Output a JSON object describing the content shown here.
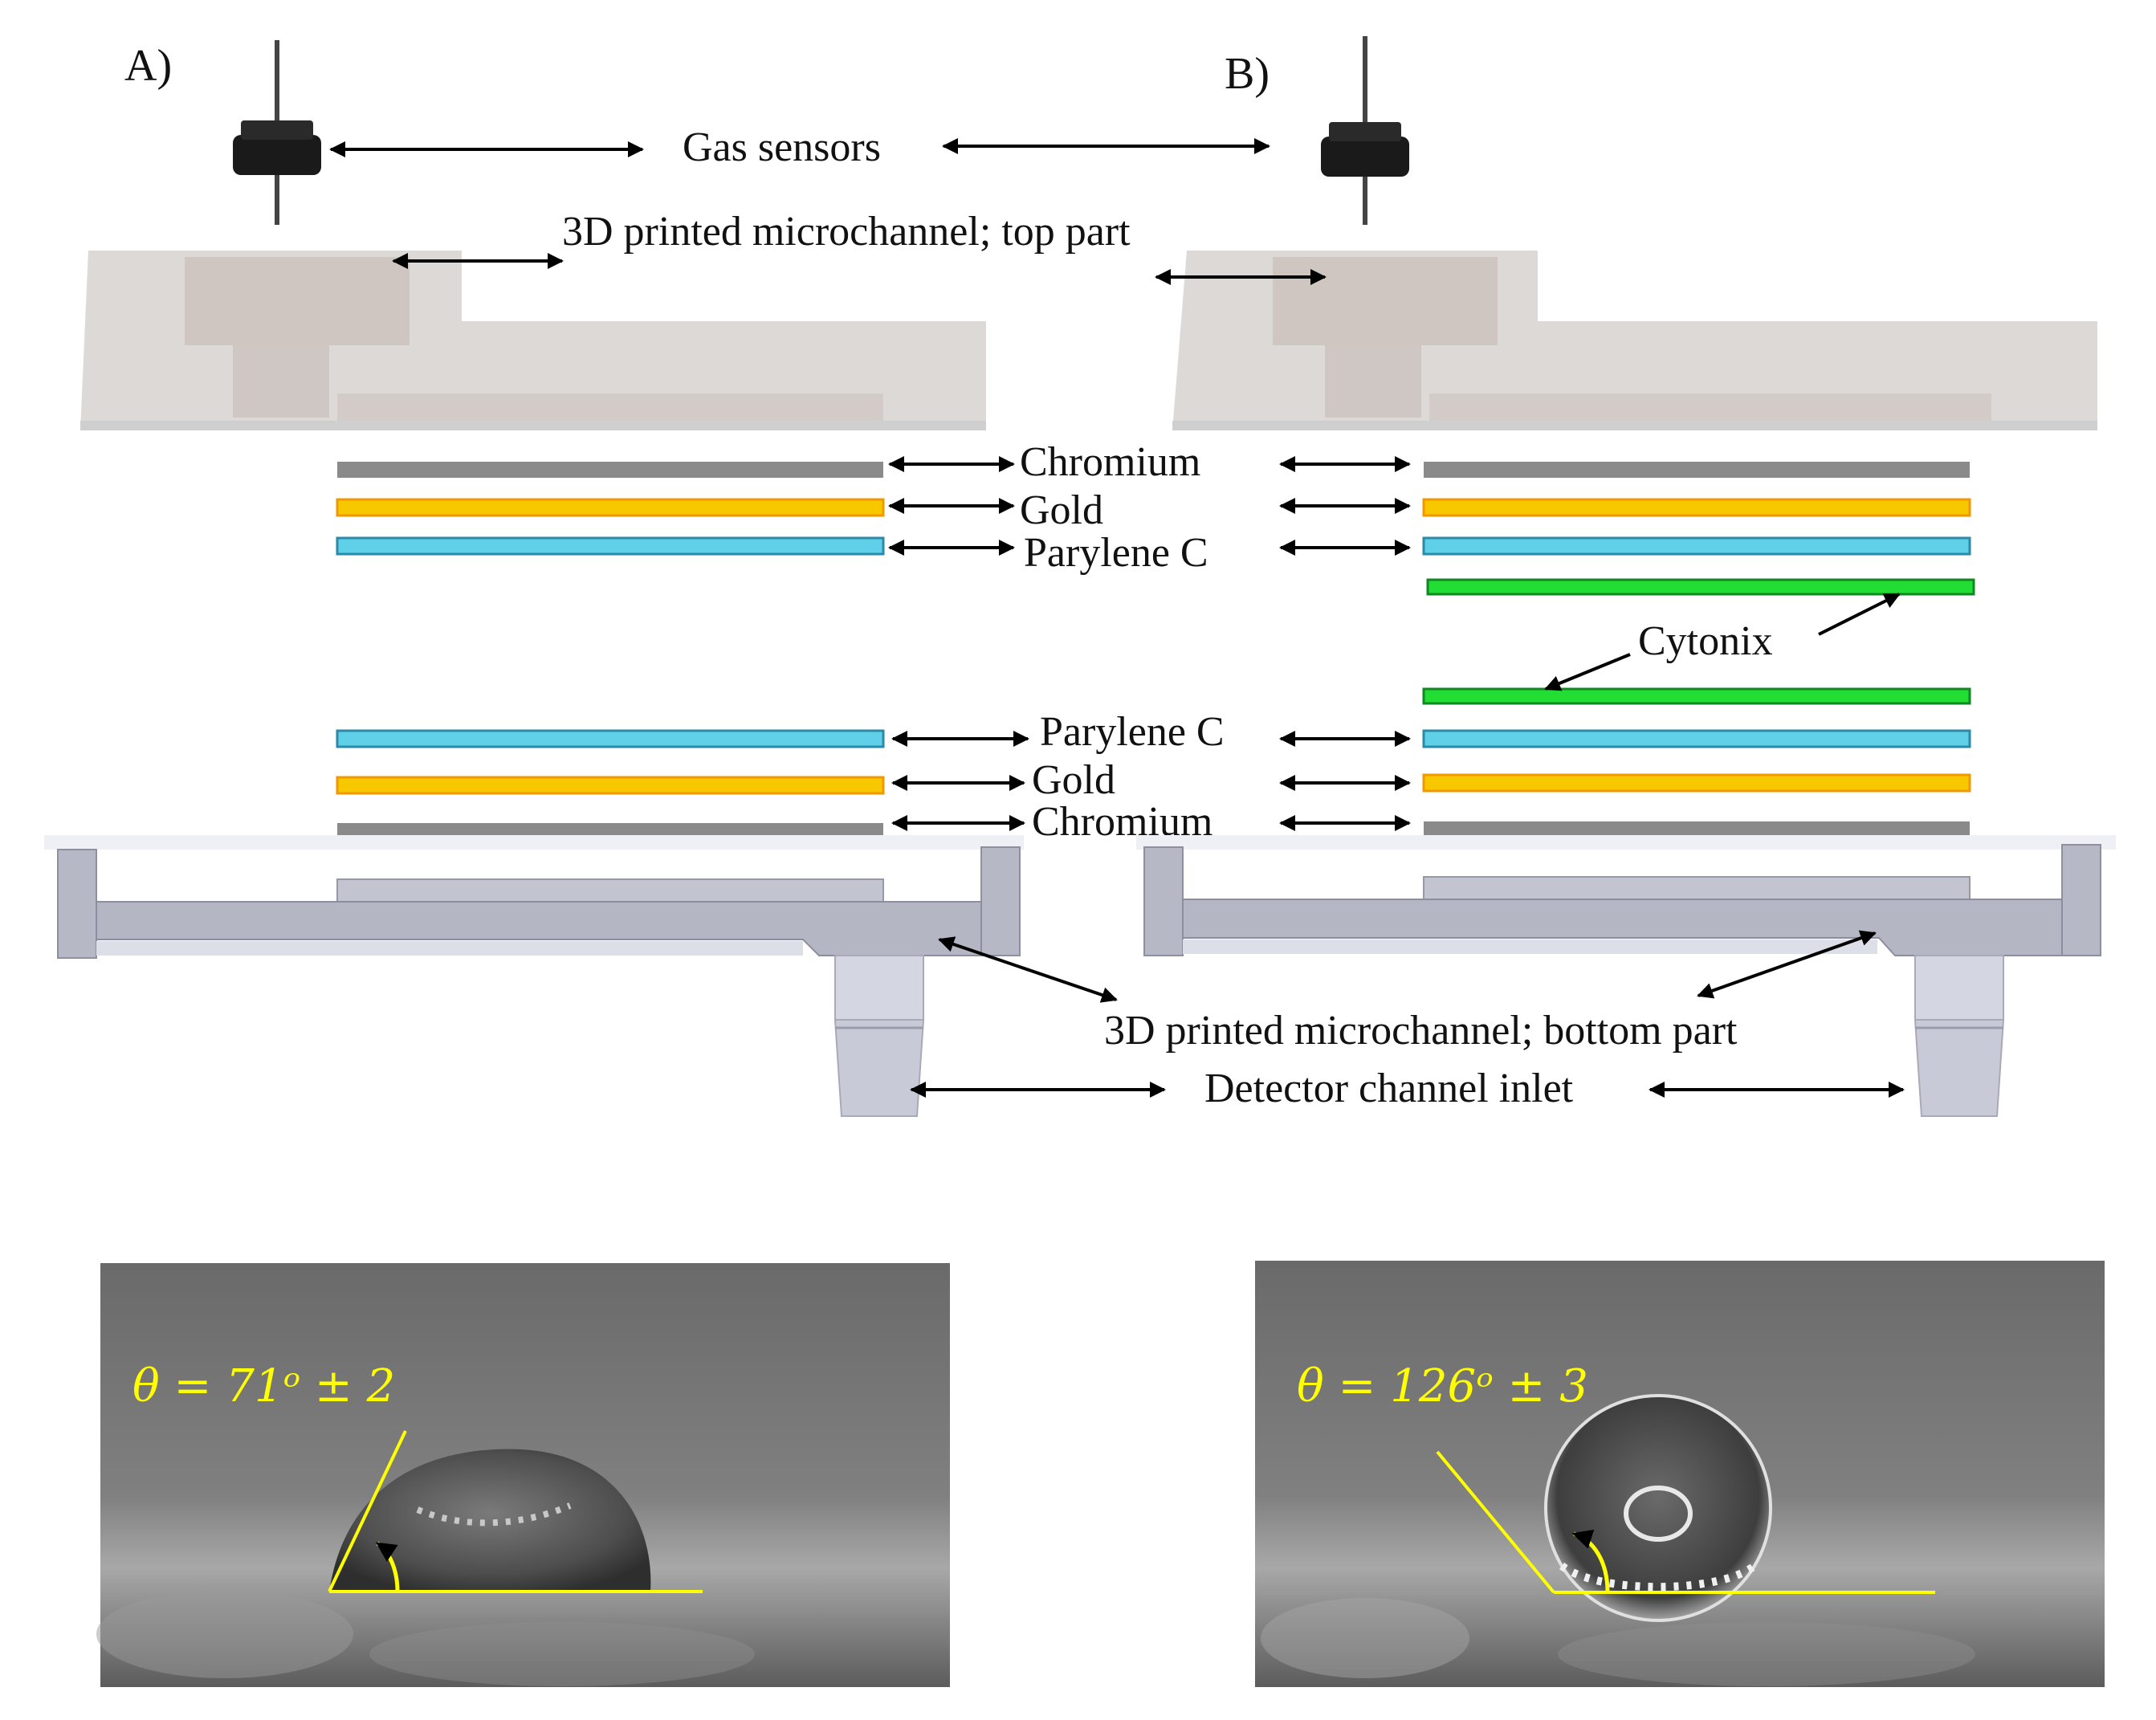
{
  "panels": {
    "a": "A)",
    "b": "B)"
  },
  "labels": {
    "gas_sensors": "Gas sensors",
    "top_part": "3D printed microchannel; top part",
    "chromium": "Chromium",
    "gold": "Gold",
    "parylene": "Parylene C",
    "cytonix": "Cytonix",
    "bottom_part": "3D printed microchannel; bottom part",
    "inlet": "Detector channel inlet"
  },
  "angles": {
    "a": "θ = 71ᵒ ± 2",
    "b": "θ = 126ᵒ ± 3"
  },
  "colors": {
    "chromium": "#8a8a8a",
    "gold": "#f7c800",
    "parylene": "#5fd0e8",
    "cytonix": "#22dd33",
    "angle_annotation": "#ffff00"
  }
}
